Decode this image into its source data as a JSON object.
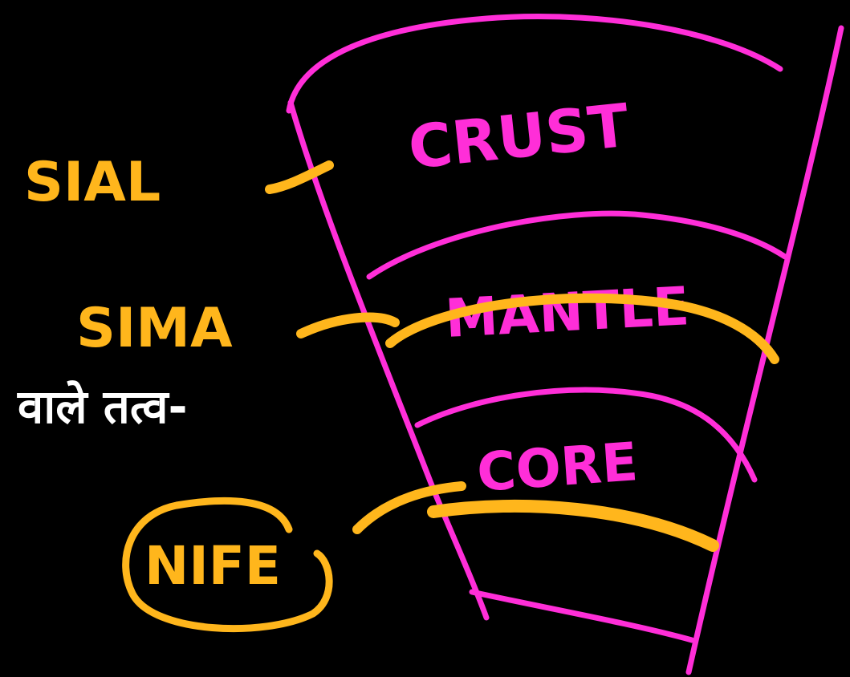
{
  "colors": {
    "background": "#000000",
    "layer_ink": "#ff2ed8",
    "annotation_ink": "#ffb61c",
    "hindi_text": "#ffffff"
  },
  "layers": {
    "crust": "CRUST",
    "mantle": "MANTLE",
    "core": "CORE"
  },
  "annotations": {
    "sial": "SIAL",
    "sima": "SIMA",
    "nife": "NIFE",
    "hindi": "वाले तत्व-"
  }
}
